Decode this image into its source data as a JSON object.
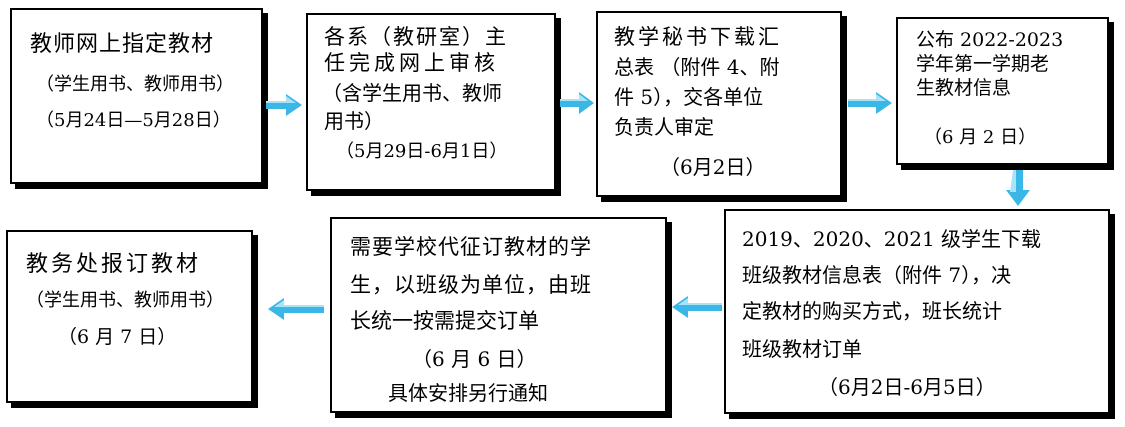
{
  "colors": {
    "arrow": "#3ab7e6",
    "arrow_highlight": "#a8e3f7",
    "border": "#000000"
  },
  "steps": [
    {
      "lines": [
        "教师网上指定教材",
        "（学生用书、教师用书）",
        "（5月24日—5月28日）"
      ]
    },
    {
      "lines": [
        "各系（教研室）主",
        "任完成网上审核",
        "（含学生用书、教师",
        "用书）",
        "（5月29日-6月1日）"
      ]
    },
    {
      "lines": [
        "教学秘书下载汇",
        "总表 （附件 4、附",
        "件 5），交各单位",
        "负责人审定",
        "（6月2日）"
      ]
    },
    {
      "lines": [
        "公布 2022-2023",
        "学年第一学期老",
        "生教材信息",
        "（6 月 2 日）"
      ]
    },
    {
      "lines": [
        "2019、2020、2021 级学生下载",
        "班级教材信息表（附件 7），决",
        "定教材的购买方式，班长统计",
        "班级教材订单",
        "（6月2日-6月5日）"
      ]
    },
    {
      "lines": [
        "需要学校代征订教材的学",
        "生，以班级为单位，由班",
        "长统一按需提交订单",
        "（6 月 6 日）",
        "具体安排另行通知"
      ]
    },
    {
      "lines": [
        "教务处报订教材",
        "（学生用书、教师用书）",
        "（6 月 7 日）"
      ]
    }
  ]
}
